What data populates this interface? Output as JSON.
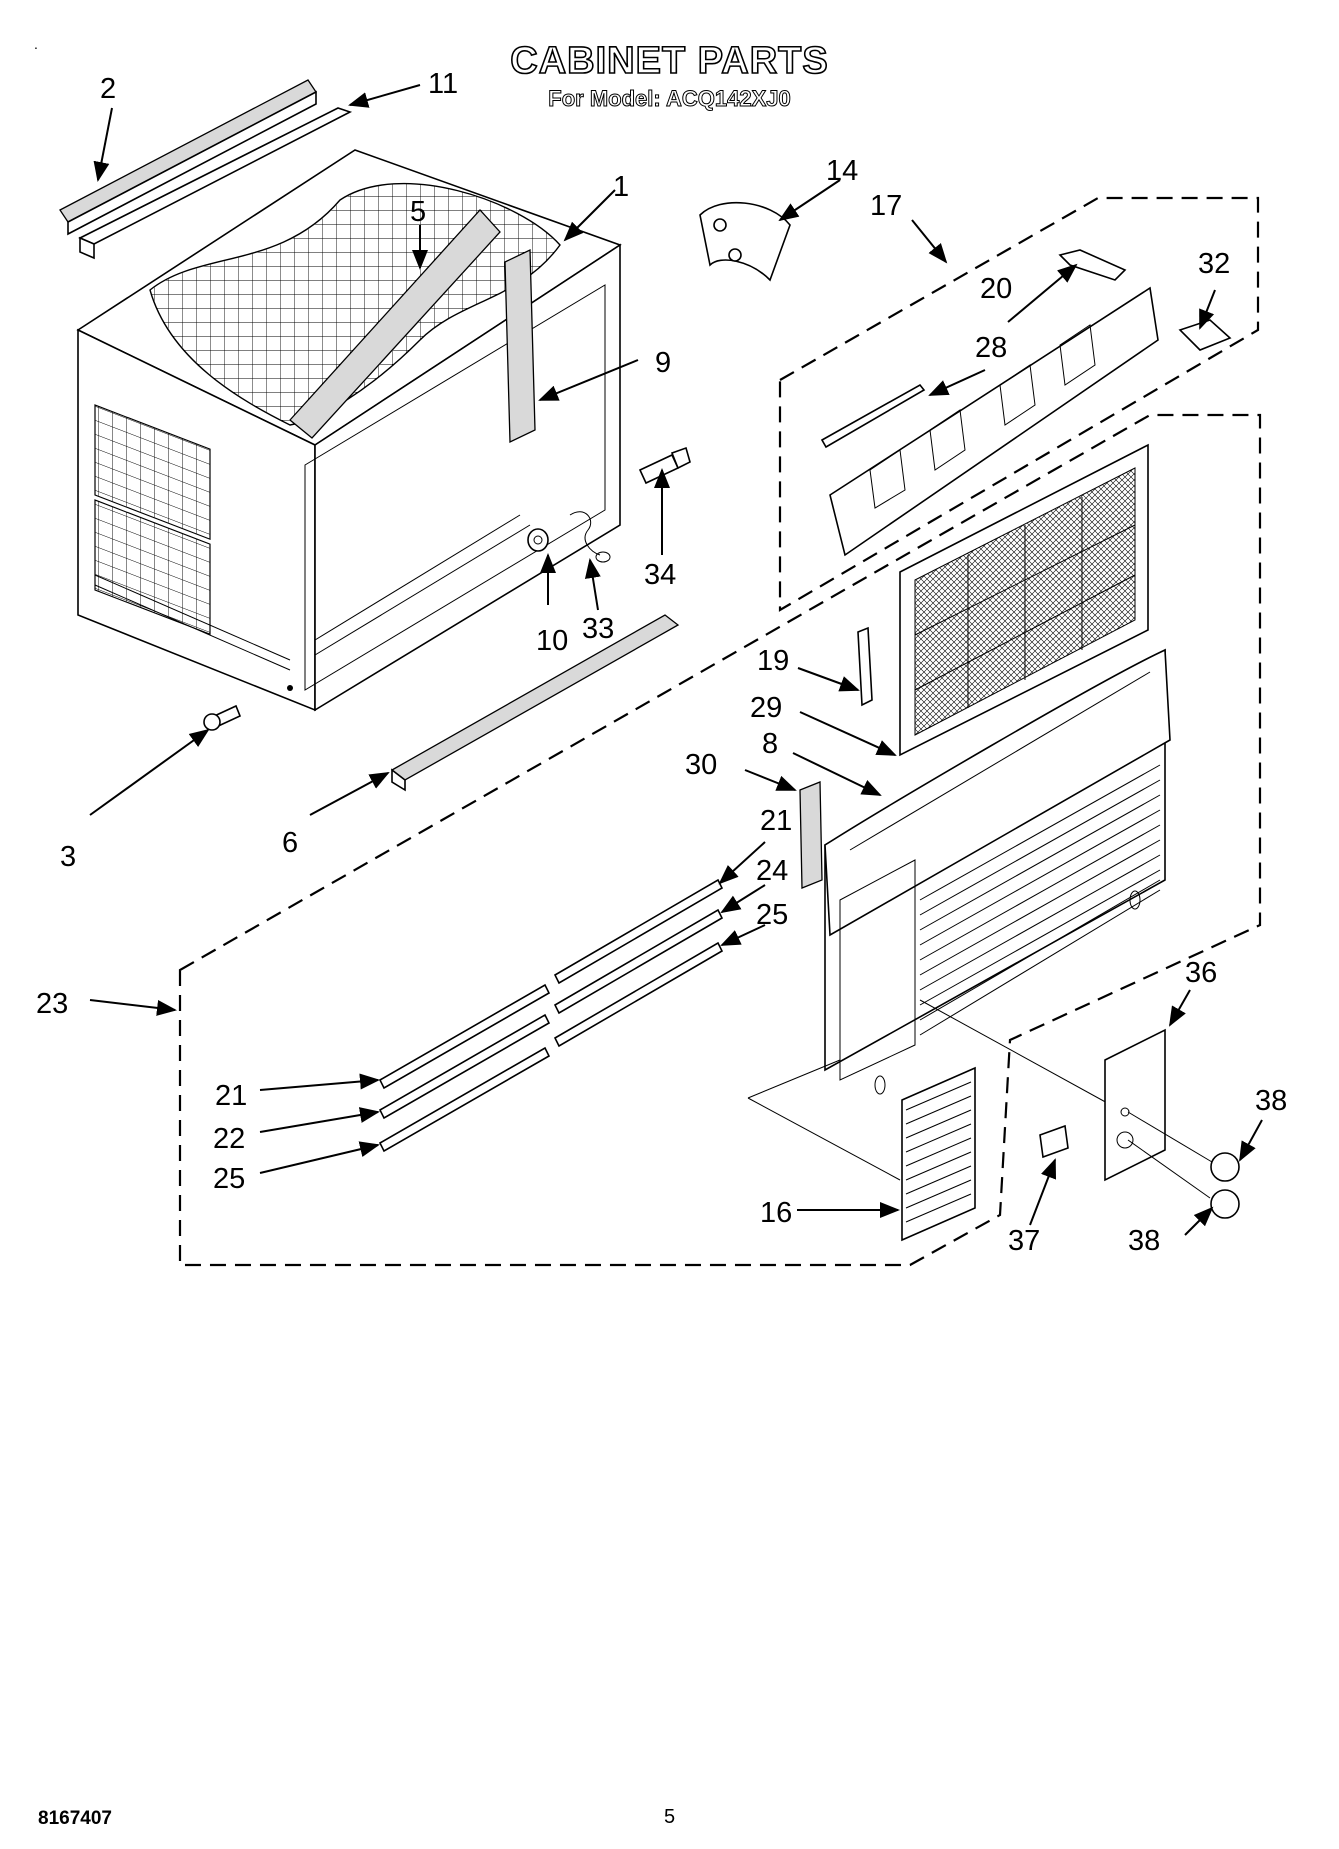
{
  "header": {
    "title": "CABINET PARTS",
    "subtitle": "For Model: ACQ142XJ0"
  },
  "diagram": {
    "callouts": [
      "2",
      "11",
      "1",
      "5",
      "9",
      "34",
      "33",
      "10",
      "3",
      "6",
      "14",
      "17",
      "20",
      "28",
      "32",
      "19",
      "29",
      "8",
      "30",
      "21",
      "24",
      "25",
      "23",
      "21",
      "22",
      "25",
      "36",
      "38",
      "38",
      "37",
      "16"
    ]
  },
  "footer": {
    "doc_number": "8167407",
    "page_number": "5"
  },
  "misc": {
    "corner_mark": "."
  }
}
